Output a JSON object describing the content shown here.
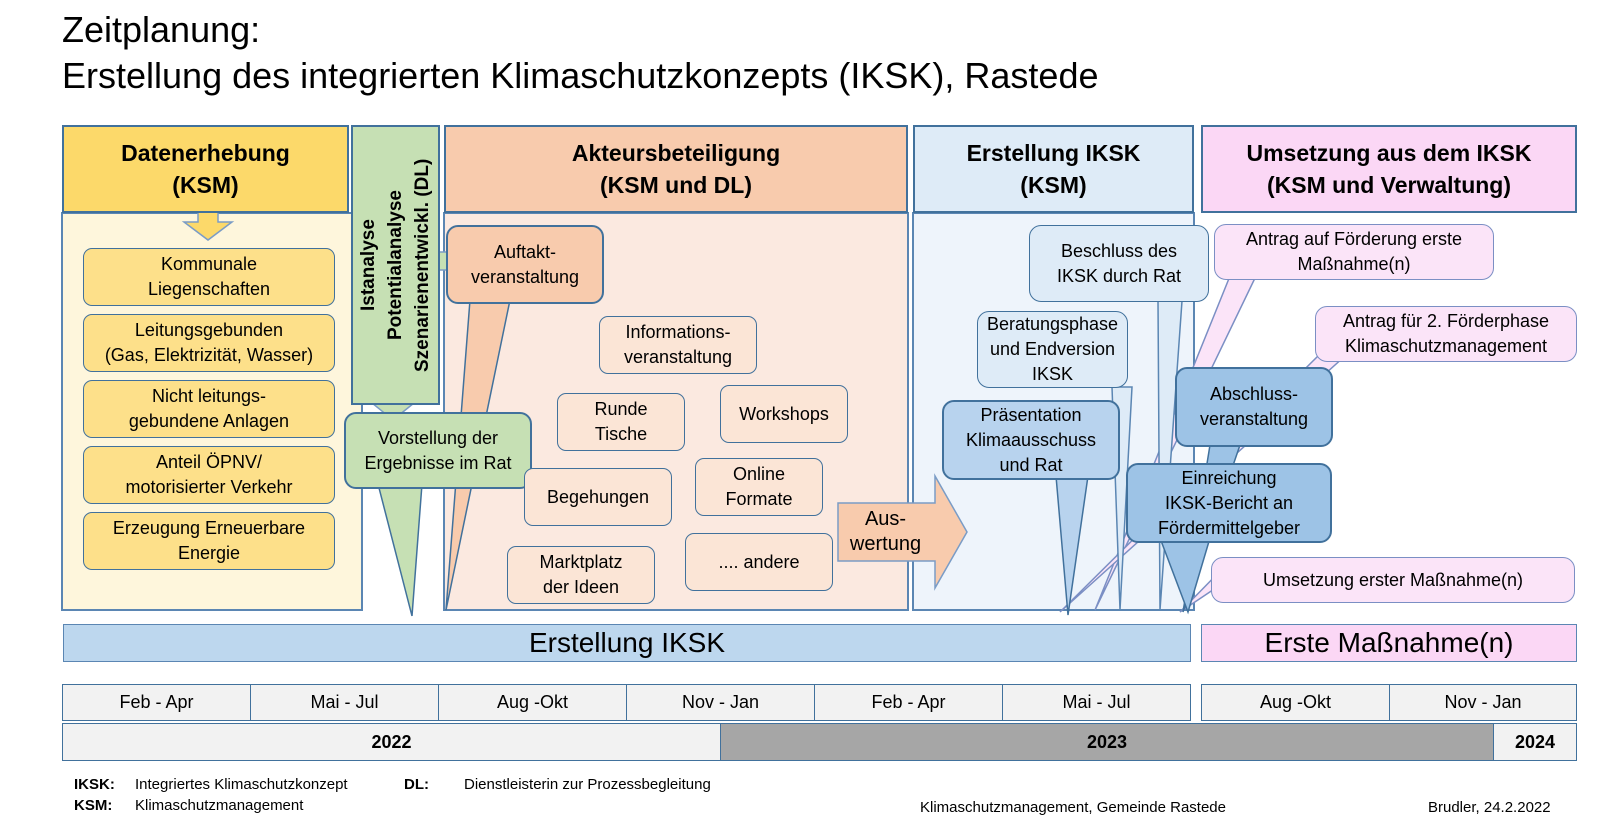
{
  "title": {
    "line1": "Zeitplanung:",
    "line2": "Erstellung des integrierten Klimaschutzkonzepts (IKSK), Rastede"
  },
  "phases": {
    "datenerhebung": {
      "line1": "Datenerhebung",
      "line2": "(KSM)",
      "color": "#fcd96a"
    },
    "analyse": {
      "line1": "Istanalyse",
      "line2": "Potentialanalyse",
      "line3": "Szenarienentwickl. (DL)",
      "color": "#c6e0b4"
    },
    "akteursbeteiligung": {
      "line1": "Akteursbeteiligung",
      "line2": "(KSM und DL)",
      "color": "#f8cbad"
    },
    "erstellung": {
      "line1": "Erstellung IKSK",
      "line2": "(KSM)",
      "color": "#deebf7"
    },
    "umsetzung": {
      "line1": "Umsetzung aus dem IKSK",
      "line2": "(KSM und Verwaltung)",
      "color": "#fbd7f5"
    }
  },
  "data_items": [
    {
      "line1": "Kommunale",
      "line2": "Liegenschaften"
    },
    {
      "line1": "Leitungsgebunden",
      "line2": "(Gas, Elektrizität, Wasser)"
    },
    {
      "line1": "Nicht leitungs-",
      "line2": "gebundene Anlagen"
    },
    {
      "line1": "Anteil ÖPNV/",
      "line2": "motorisierter Verkehr"
    },
    {
      "line1": "Erzeugung Erneuerbare",
      "line2": "Energie"
    }
  ],
  "vorstellung": {
    "line1": "Vorstellung der",
    "line2": "Ergebnisse im Rat"
  },
  "auftakt": {
    "line1": "Auftakt-",
    "line2": "veranstaltung"
  },
  "participation_items": {
    "informationsveranstaltung": {
      "line1": "Informations-",
      "line2": "veranstaltung"
    },
    "runde_tische": {
      "line1": "Runde",
      "line2": "Tische"
    },
    "workshops": {
      "line1": "Workshops"
    },
    "begehungen": {
      "line1": "Begehungen"
    },
    "online_formate": {
      "line1": "Online",
      "line2": "Formate"
    },
    "marktplatz": {
      "line1": "Marktplatz",
      "line2": "der Ideen"
    },
    "andere": {
      "line1": ".... andere"
    }
  },
  "auswertung": {
    "line1": "Aus-",
    "line2": "wertung"
  },
  "erstellung_items": {
    "beschluss": {
      "line1": "Beschluss des",
      "line2": "IKSK durch Rat"
    },
    "beratung": {
      "line1": "Beratungsphase",
      "line2": "und Endversion",
      "line3": "IKSK"
    },
    "praesentation": {
      "line1": "Präsentation",
      "line2": "Klimaausschuss",
      "line3": "und Rat"
    },
    "abschluss": {
      "line1": "Abschluss-",
      "line2": "veranstaltung"
    },
    "einreichung": {
      "line1": "Einreichung",
      "line2": "IKSK-Bericht an",
      "line3": "Fördermittelgeber"
    }
  },
  "umsetzung_items": {
    "antrag1": {
      "line1": "Antrag auf Förderung erste",
      "line2": "Maßnahme(n)"
    },
    "antrag2": {
      "line1": "Antrag für 2. Förderphase",
      "line2": "Klimaschutzmanagement"
    },
    "erste_umsetzung": {
      "line1": "Umsetzung erster Maßnahme(n)"
    }
  },
  "bars": {
    "erstellung": "Erstellung IKSK",
    "erste_massnahmen": "Erste Maßnahme(n)"
  },
  "timeline": {
    "periods": [
      "Feb - Apr",
      "Mai - Jul",
      "Aug -Okt",
      "Nov - Jan",
      "Feb - Apr",
      "Mai - Jul",
      "Aug -Okt",
      "Nov - Jan"
    ],
    "years": [
      "2022",
      "2023",
      "2024"
    ]
  },
  "footer": {
    "iksk_abbr": "IKSK:",
    "iksk_text": "Integriertes Klimaschutzkonzept",
    "ksm_abbr": "KSM:",
    "ksm_text": "Klimaschutzmanagement",
    "dl_abbr": "DL:",
    "dl_text": "Dienstleisterin zur Prozessbegleitung",
    "org": "Klimaschutzmanagement, Gemeinde Rastede",
    "author": "Brudler, 24.2.2022"
  }
}
